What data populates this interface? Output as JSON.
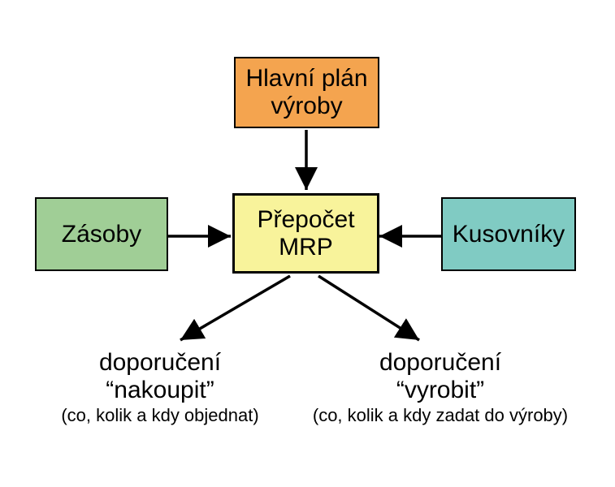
{
  "diagram": {
    "background_color": "#ffffff",
    "arrow_color": "#000000",
    "nodes": {
      "main_plan": {
        "label": "Hlavní plán\nvýroby",
        "fill": "#F4A44F"
      },
      "mrp": {
        "label": "Přepočet\nMRP",
        "fill": "#F8F39B"
      },
      "zasoby": {
        "label": "Zásoby",
        "fill": "#A0CE96"
      },
      "kusovniky": {
        "label": "Kusovníky",
        "fill": "#80CBC3"
      }
    },
    "outputs": {
      "buy": {
        "line1": "doporučení",
        "line2": "“nakoupit”",
        "line3": "(co, kolik a kdy objednat)"
      },
      "make": {
        "line1": "doporučení",
        "line2": "“vyrobit”",
        "line3": "(co, kolik a kdy zadat do výroby)"
      }
    }
  }
}
